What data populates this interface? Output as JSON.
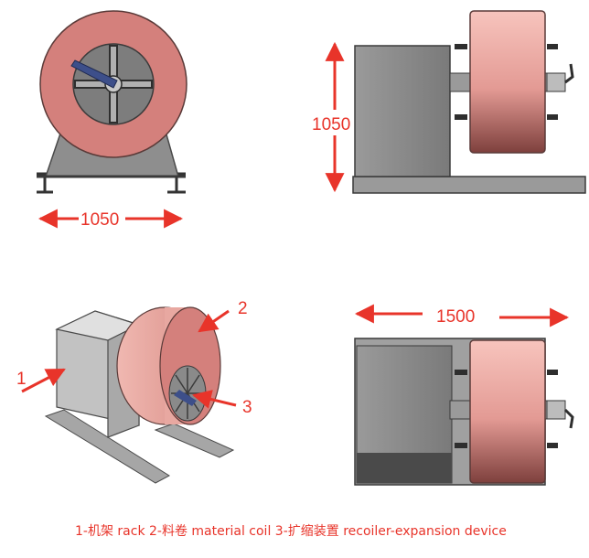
{
  "colors": {
    "annotation": "#e8342a",
    "coil_face": "#d98a87",
    "coil_light": "#f2b3ac",
    "coil_dark": "#8a4a47",
    "steel": "#8f8f8f",
    "steel_light": "#c9c9c9",
    "steel_dark": "#5a5a5a",
    "background": "#ffffff"
  },
  "views": {
    "front": {
      "width_label": "1050"
    },
    "side": {
      "height_label": "1050"
    },
    "top": {
      "length_label": "1500"
    },
    "iso": {
      "callouts": [
        {
          "number": "1"
        },
        {
          "number": "2"
        },
        {
          "number": "3"
        }
      ]
    }
  },
  "legend": {
    "text": "1-机架  rack  2-料卷 material coil  3-扩缩装置 recoiler-expansion device"
  }
}
